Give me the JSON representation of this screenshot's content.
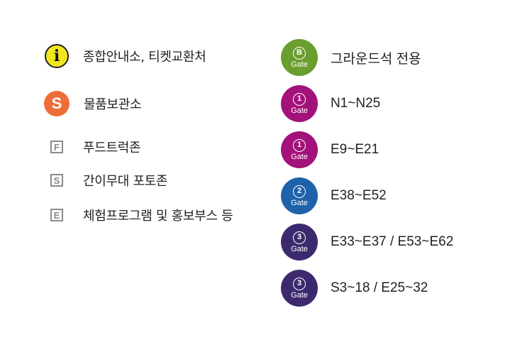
{
  "legend_left": [
    {
      "icon": "info-icon",
      "glyph": "i",
      "label": "종합안내소, 티켓교환처"
    },
    {
      "icon": "storage-icon",
      "glyph": "S",
      "label": "물품보관소"
    },
    {
      "icon": "food-zone-icon",
      "glyph": "F",
      "label": "푸드트럭존"
    },
    {
      "icon": "simple-stage-icon",
      "glyph": "S",
      "label": "간이무대 포토존"
    },
    {
      "icon": "experience-icon",
      "glyph": "E",
      "label": "체험프로그램 및 홍보부스 등"
    }
  ],
  "legend_right": [
    {
      "gate_num": "B",
      "gate_word": "Gate",
      "color": "#6a9e2e",
      "label": "그라운드석 전용"
    },
    {
      "gate_num": "1",
      "gate_word": "Gate",
      "color": "#a3127a",
      "label": "N1~N25"
    },
    {
      "gate_num": "1",
      "gate_word": "Gate",
      "color": "#a3127a",
      "label": "E9~E21"
    },
    {
      "gate_num": "2",
      "gate_word": "Gate",
      "color": "#1e62a9",
      "label": "E38~E52"
    },
    {
      "gate_num": "3",
      "gate_word": "Gate",
      "color": "#3d2a6e",
      "label": "E33~E37 / E53~E62"
    },
    {
      "gate_num": "3",
      "gate_word": "Gate",
      "color": "#3d2a6e",
      "label": "S3~18 / E25~32"
    }
  ]
}
